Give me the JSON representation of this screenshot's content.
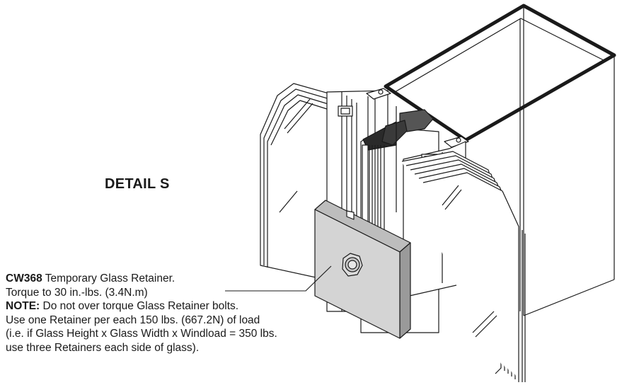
{
  "detail": {
    "title": "DETAIL S"
  },
  "callout": {
    "part_number": "CW368",
    "part_description": " Temporary Glass Retainer.",
    "torque_line": "Torque to 30 in.-lbs. (3.4N.m)",
    "note_label": "NOTE:",
    "note_text": " Do not over torque Glass Retainer bolts.",
    "line_4": "Use one Retainer per each 150 lbs. (667.2N) of load",
    "line_5": "(i.e. if Glass Height x Glass Width x Windload = 350 lbs.",
    "line_6": "use three Retainers each side of glass)."
  },
  "colors": {
    "line": "#1a1a1a",
    "retainer_fill": "#d4d4d4",
    "retainer_top": "#bdbdbd",
    "dark_part": "#404040"
  }
}
